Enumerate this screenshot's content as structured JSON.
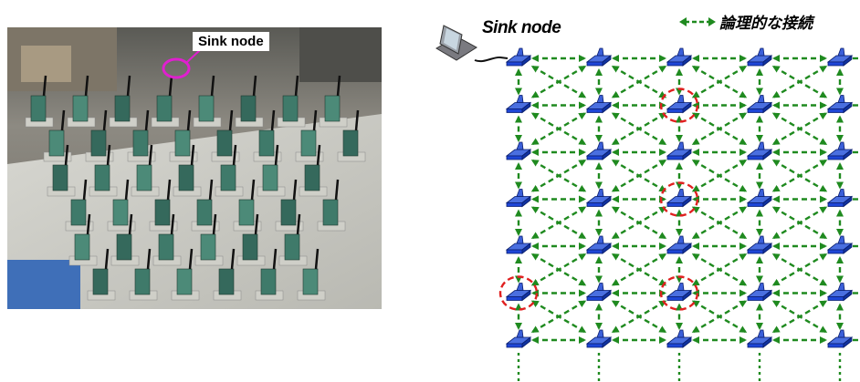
{
  "photo": {
    "label": "Sink node",
    "marker_color": "#e01fcf"
  },
  "diagram": {
    "title": "Sink node",
    "legend_label": "論理的な接続",
    "grid_rows": 7,
    "grid_cols": 5,
    "link_color": "#1f8a1f",
    "node_color": "#1e46d6",
    "highlight_color": "#e02020",
    "highlighted_nodes": [
      [
        1,
        2
      ],
      [
        3,
        2
      ],
      [
        5,
        0
      ],
      [
        5,
        2
      ]
    ],
    "sink_node": [
      0,
      0
    ]
  }
}
